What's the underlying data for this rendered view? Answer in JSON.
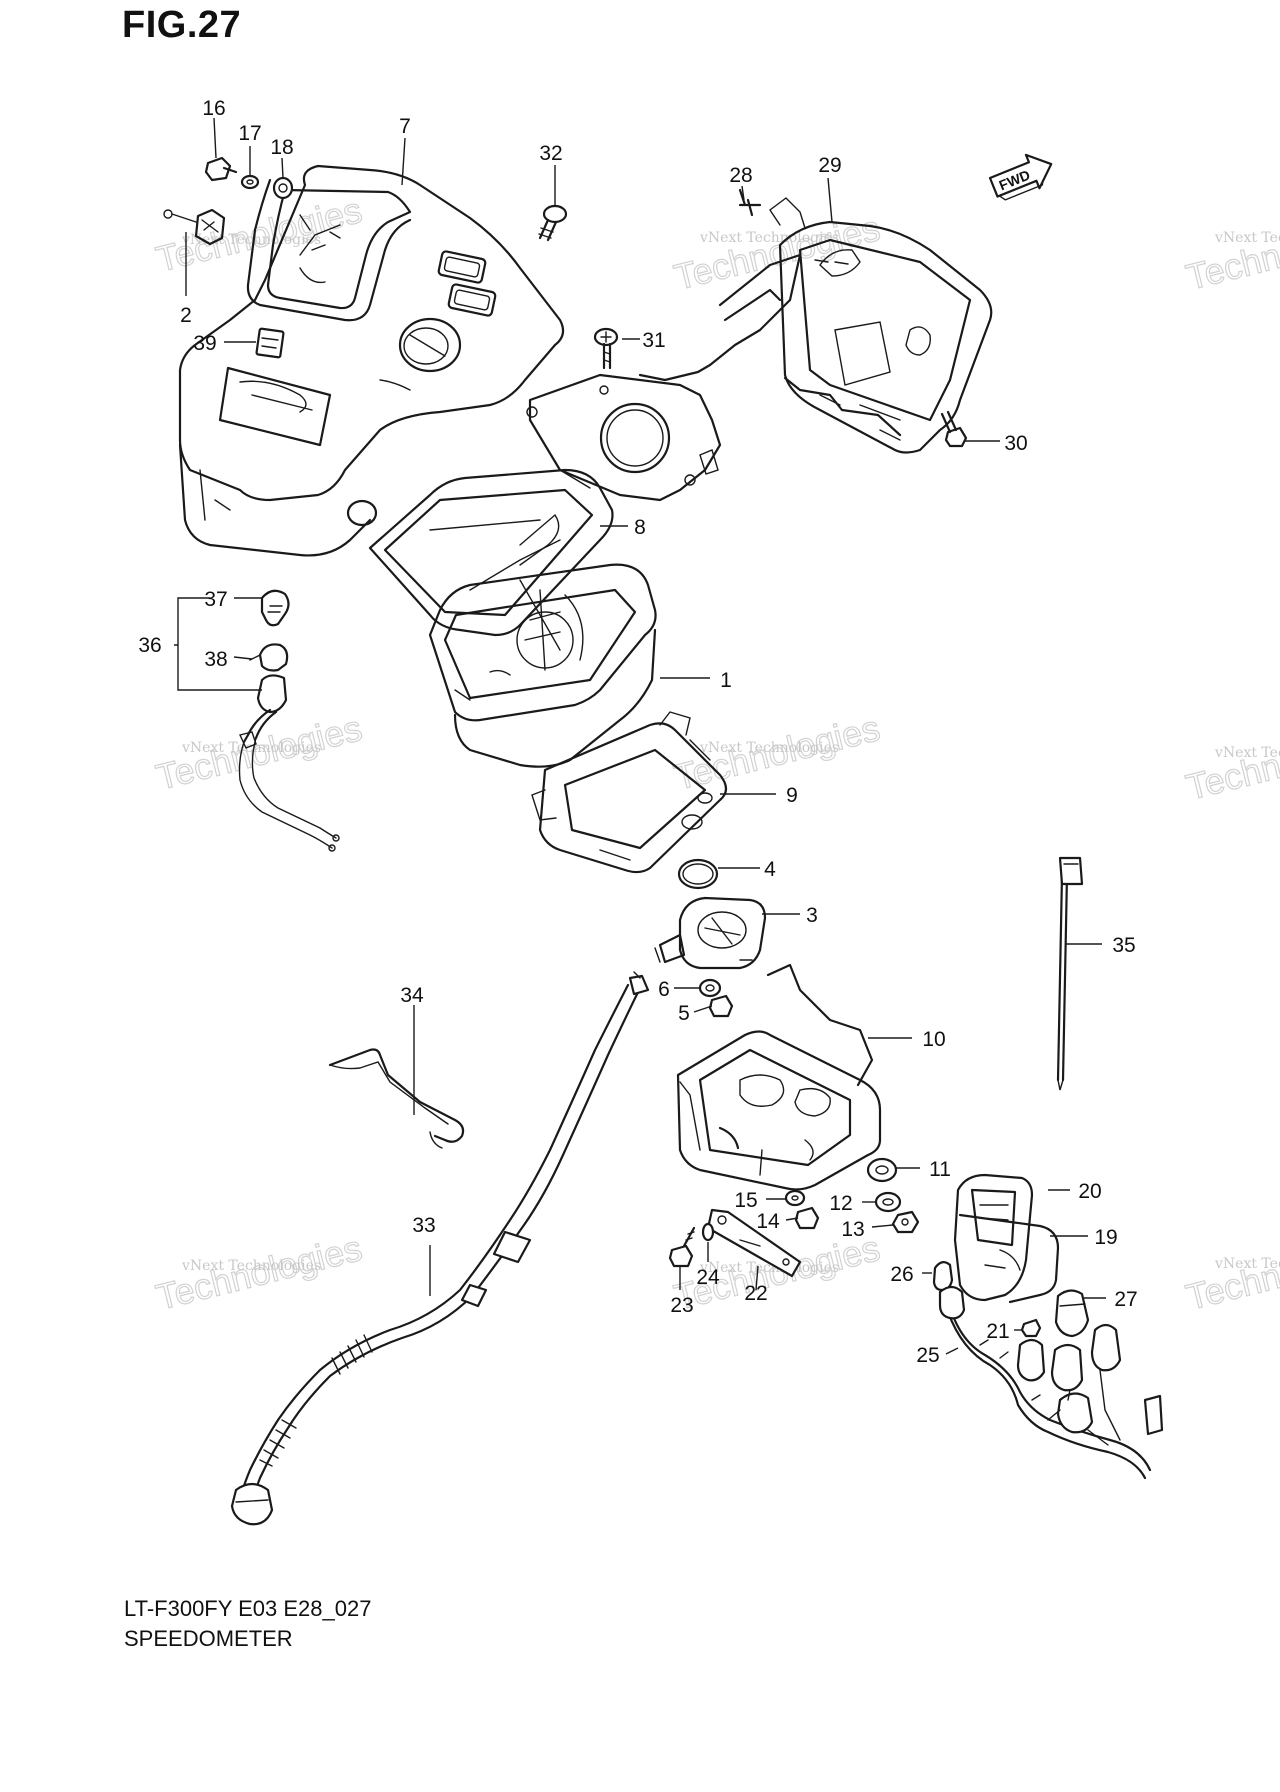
{
  "figure": {
    "title": "FIG.27",
    "model_code": "LT-F300FY E03 E28_027",
    "caption": "SPEEDOMETER"
  },
  "fwd_label": "FWD",
  "watermark": {
    "line1": "vNext Technologies",
    "line2": "Technologies"
  },
  "callouts": {
    "p1": "1",
    "p2": "2",
    "p3": "3",
    "p4": "4",
    "p5": "5",
    "p6": "6",
    "p7": "7",
    "p8": "8",
    "p9": "9",
    "p10": "10",
    "p11": "11",
    "p12": "12",
    "p13": "13",
    "p14": "14",
    "p15": "15",
    "p16": "16",
    "p17": "17",
    "p18": "18",
    "p19": "19",
    "p20": "20",
    "p21": "21",
    "p22": "22",
    "p23": "23",
    "p24": "24",
    "p25": "25",
    "p26": "26",
    "p27": "27",
    "p28": "28",
    "p29": "29",
    "p30": "30",
    "p31": "31",
    "p32": "32",
    "p33": "33",
    "p34": "34",
    "p35": "35",
    "p36": "36",
    "p37": "37",
    "p38": "38",
    "p39": "39"
  }
}
